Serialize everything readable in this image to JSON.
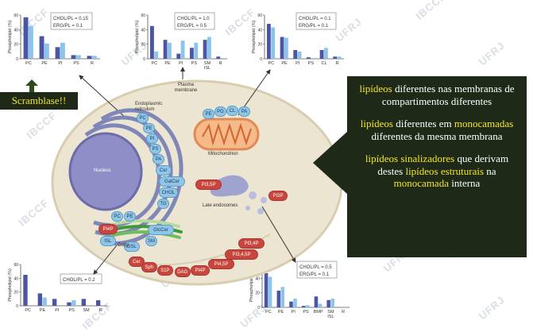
{
  "watermark": [
    "IBCCF",
    "UFRJ"
  ],
  "callout": {
    "p1_hl": "lipídeos",
    "p1_rest": " diferentes nas membranas de compartimentos diferentes",
    "p2_hl1": "lipídeos",
    "p2_mid": " diferentes em ",
    "p2_hl2": "monocamadas",
    "p2_rest": " diferentes da mesma membrana",
    "p3_hl1": "lipídeos sinalizadores",
    "p3_mid1": " que derivam destes ",
    "p3_hl2": "lipídeos estruturais",
    "p3_mid2": " na ",
    "p3_hl3": "monocamada",
    "p3_rest": " interna"
  },
  "scramblase": "Scramblase!!",
  "cell_labels": {
    "er": "Endoplasmic reticulum",
    "nucleus": "Nucleus",
    "golgi": "Golgi",
    "plasma": "Plasma membrane",
    "mito": "Mitochondrion",
    "endo": "Late endosomes"
  },
  "er_lipids": [
    "PC",
    "PE",
    "PI",
    "PS",
    "PA",
    "Cer",
    "GalCer",
    "CHOL",
    "TG"
  ],
  "mito_lipids": [
    "PE",
    "PG",
    "CL",
    "PA"
  ],
  "golgi_lipids": [
    "PC",
    "PE",
    "GlcCer",
    "ISL",
    "GSL",
    "SM"
  ],
  "golgi_pink": "PI4P",
  "pm_lipids": [
    "Cer",
    "Sph",
    "S1P",
    "DAG",
    "PI4P",
    "PI4,5P",
    "PI3,4,5P",
    "PI3,4P"
  ],
  "endo_pink": [
    "PI3,5P",
    "PI3P"
  ],
  "chart_data": [
    {
      "type": "bar",
      "ylabel": "Phospholipid (%)",
      "categories": [
        "PC",
        "PE",
        "PI",
        "PS",
        "R"
      ],
      "series": [
        {
          "values": [
            57,
            31,
            16,
            5,
            4
          ]
        },
        {
          "values": [
            45,
            21,
            22,
            5,
            4
          ]
        }
      ],
      "ylim": [
        0,
        60
      ],
      "yticks": [
        0,
        20,
        40,
        60
      ],
      "annotation": [
        "CHOL/PL = 0.15",
        "ERG/PL = 0.1"
      ]
    },
    {
      "type": "bar",
      "ylabel": "Phospholipid (%)",
      "categories": [
        "PC",
        "PE",
        "PI",
        "PS",
        "SM",
        "R"
      ],
      "cat_sub": [
        "",
        "",
        "",
        "",
        "ISL",
        ""
      ],
      "series": [
        {
          "values": [
            45,
            26,
            7,
            15,
            26,
            3
          ]
        },
        {
          "values": [
            10,
            22,
            25,
            22,
            30,
            0
          ]
        }
      ],
      "ylim": [
        0,
        60
      ],
      "yticks": [
        0,
        20,
        40,
        60
      ],
      "annotation": [
        "CHOL/PL = 1.0",
        "ERG/PL = 0.5"
      ]
    },
    {
      "type": "bar",
      "ylabel": "Phospholipid (%)",
      "categories": [
        "PC",
        "PE",
        "PI",
        "PS",
        "CL",
        "R"
      ],
      "series": [
        {
          "values": [
            48,
            30,
            12,
            2,
            12,
            3
          ]
        },
        {
          "values": [
            43,
            29,
            10,
            1,
            15,
            3
          ]
        }
      ],
      "ylim": [
        0,
        60
      ],
      "yticks": [
        0,
        20,
        40,
        60
      ],
      "annotation": [
        "CHOL/PL = 0.1",
        "ERG/PL = 0.1"
      ]
    },
    {
      "type": "bar",
      "ylabel": "Phospholipid (%)",
      "categories": [
        "PC",
        "PE",
        "PI",
        "PS",
        "SM",
        "R"
      ],
      "series": [
        {
          "values": [
            45,
            18,
            10,
            5,
            10,
            8
          ]
        },
        {
          "values": [
            0,
            12,
            0,
            8,
            0,
            0
          ]
        }
      ],
      "ylim": [
        0,
        60
      ],
      "yticks": [
        0,
        20,
        40,
        60
      ],
      "annotation": [
        "CHOL/PL = 0.2"
      ]
    },
    {
      "type": "bar",
      "ylabel": "Phospholipid (%)",
      "categories": [
        "PC",
        "PE",
        "PI",
        "PS",
        "BMP",
        "SM",
        "R"
      ],
      "cat_sub": [
        "",
        "",
        "",
        "",
        "",
        "ISL",
        ""
      ],
      "series": [
        {
          "values": [
            47,
            23,
            8,
            2,
            15,
            10,
            0
          ]
        },
        {
          "values": [
            42,
            28,
            12,
            3,
            5,
            12,
            0
          ]
        }
      ],
      "ylim": [
        0,
        60
      ],
      "yticks": [
        0,
        20,
        40,
        60
      ],
      "annotation": [
        "CHOL/PL = 0.5",
        "ERG/PL = 0.1"
      ]
    }
  ]
}
